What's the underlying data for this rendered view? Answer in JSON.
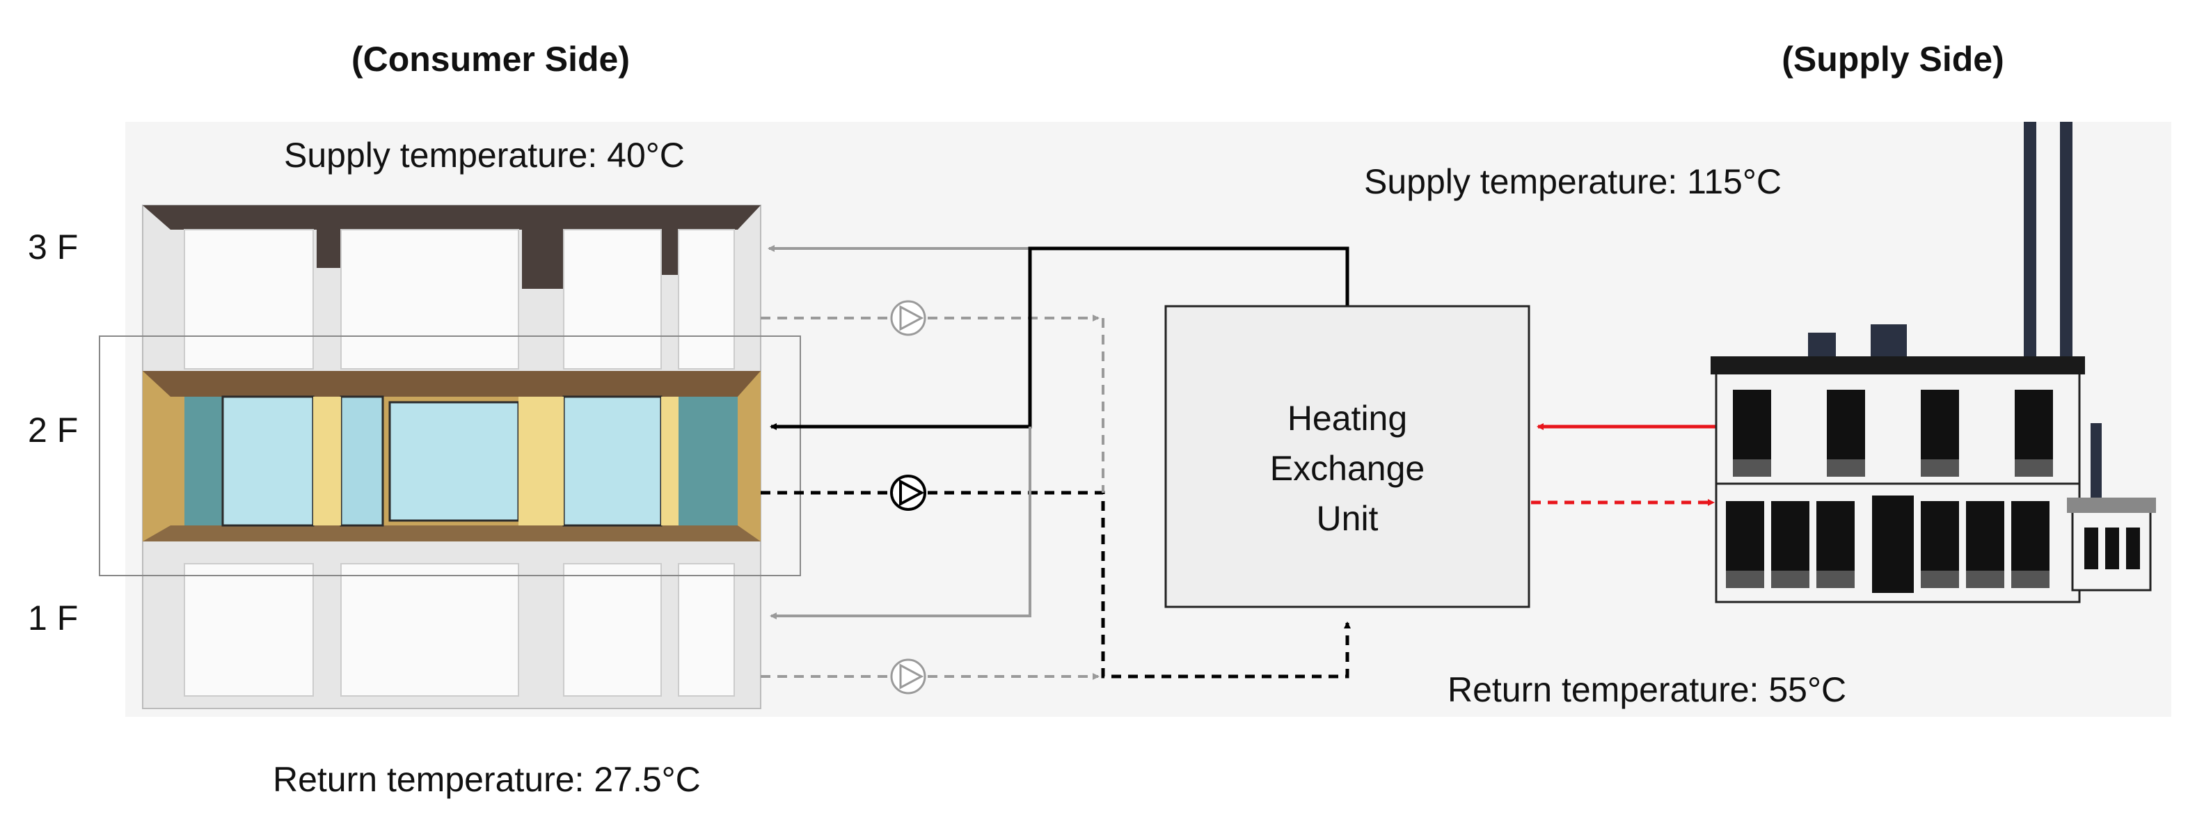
{
  "headings": {
    "consumer": "(Consumer Side)",
    "supply": "(Supply Side)"
  },
  "consumer": {
    "supply_temperature": "Supply temperature: 40°C",
    "return_temperature": "Return temperature: 27.5°C",
    "floors": [
      "3 F",
      "2 F",
      "1 F"
    ]
  },
  "supply_side": {
    "supply_temperature": "Supply temperature: 115°C",
    "return_temperature": "Return temperature: 55°C"
  },
  "exchanger": {
    "lines": [
      "Heating",
      "Exchange",
      "Unit"
    ]
  },
  "colors": {
    "supply_line": "#000000",
    "inactive_line": "#9a9a9a",
    "district_supply": "#e8151b",
    "district_return": "#e8151b",
    "background_panel": "#f5f5f5",
    "room_glass": "#b9e3ec",
    "room_dark_glass": "#5e9a9e",
    "room_wall": "#c9a55c",
    "room_floor": "#7a5a3a",
    "factory_roof": "#1a1a1a",
    "chimney": "#2a3142"
  },
  "icons": [
    "pump-icon",
    "factory-icon",
    "building-icon"
  ]
}
